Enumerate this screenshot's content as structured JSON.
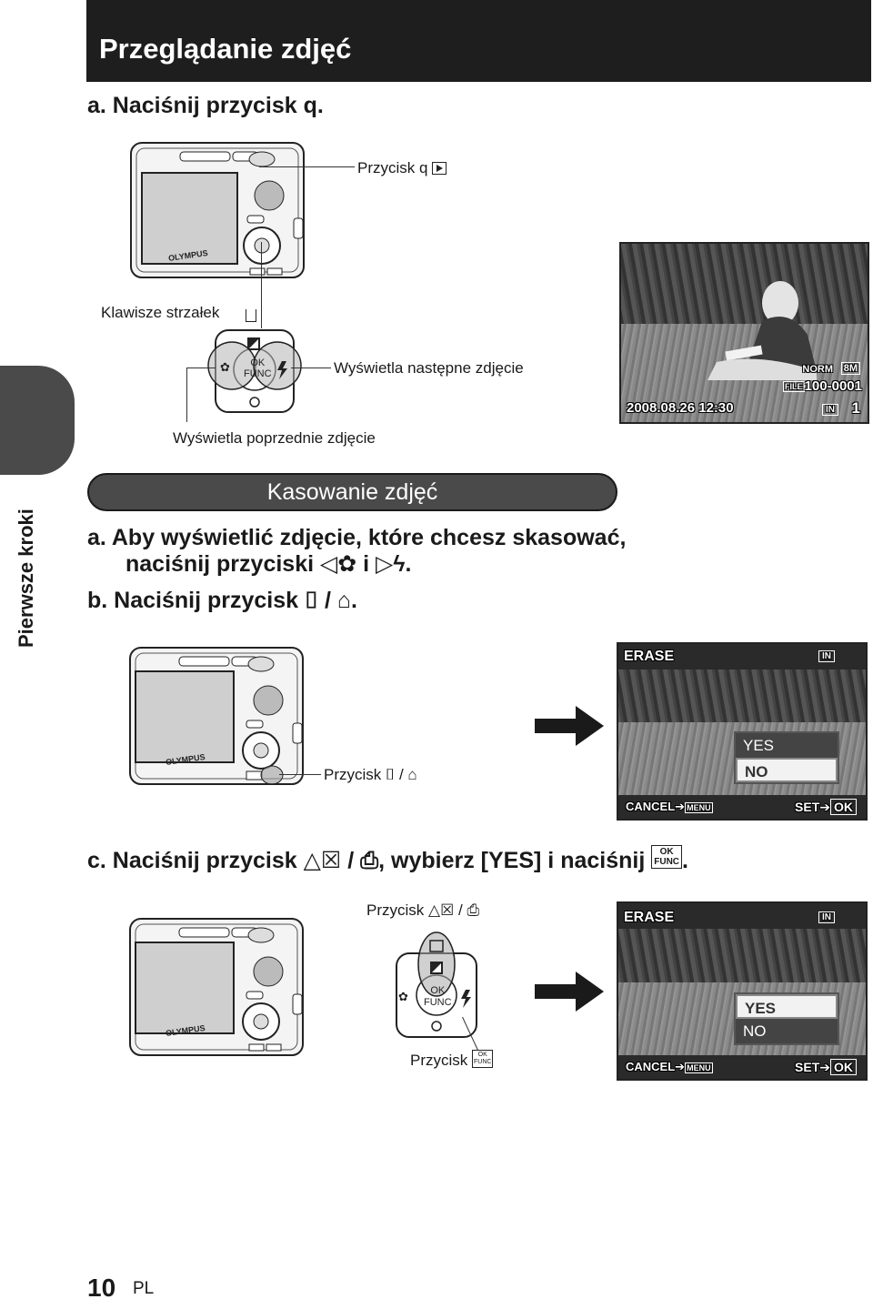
{
  "header": {
    "title": "Przeglądanie zdjęć"
  },
  "side_tab": {
    "label": "Pierwsze kroki"
  },
  "section1": {
    "step_a": "a.  Naciśnij przycisk q.",
    "callout_play": "Przycisk q",
    "callout_arrows": "Klawisze strzałek",
    "callout_next": "Wyświetla następne zdjęcie",
    "callout_prev": "Wyświetla poprzednie zdjęcie",
    "screen": {
      "quality": "NORM",
      "size": "8M",
      "file_no": "100-0001",
      "datetime": "2008.08.26  12:30",
      "memory": "IN",
      "frame": "1"
    }
  },
  "section2": {
    "title": "Kasowanie zdjęć",
    "step_a_line1": "a.  Aby wyświetlić zdjęcie, które chcesz skasować,",
    "step_a_line2": "naciśnij przyciski",
    "step_a_and": "i",
    "step_b": "b.  Naciśnij przycisk",
    "callout_erase": "Przycisk",
    "screen1": {
      "title": "ERASE",
      "memory": "IN",
      "yes": "YES",
      "no": "NO",
      "cancel": "CANCEL",
      "cancel_key": "MENU",
      "set": "SET",
      "set_key": "OK"
    }
  },
  "section3": {
    "step_c_prefix": "c.  Naciśnij przycisk",
    "step_c_suffix": ", wybierz [YES] i naciśnij",
    "callout_up": "Przycisk",
    "callout_ok": "Przycisk",
    "screen2": {
      "title": "ERASE",
      "memory": "IN",
      "yes": "YES",
      "no": "NO",
      "cancel": "CANCEL",
      "cancel_key": "MENU",
      "set": "SET",
      "set_key": "OK"
    }
  },
  "footer": {
    "page": "10",
    "lang": "PL"
  },
  "camera": {
    "brand": "OLYMPUS"
  },
  "dial": {
    "ok": "OK",
    "func": "FUNC"
  }
}
